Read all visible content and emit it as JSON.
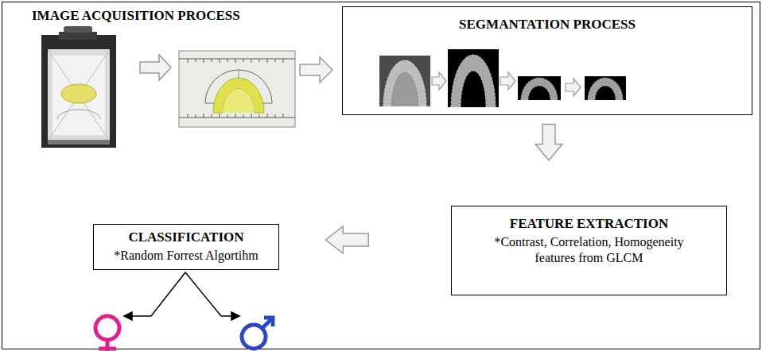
{
  "diagram": {
    "nodes": [
      {
        "text": [
          "SEGMANTATION PROCESS"
        ]
      },
      {
        "text": [
          "FEATURE EXTRACTION",
          "*Contrast, Correlation, Homogeneity features from GLCM"
        ]
      },
      {
        "text": [
          "CLASSIFICATION",
          "*Random Forrest Algortihm"
        ]
      }
    ],
    "edges": [
      {
        "from": 0,
        "to": 1,
        "arrow": "to"
      },
      {
        "from": 1,
        "to": 2,
        "arrow": "to"
      }
    ],
    "labels": [
      "IMAGE ACQUISITION PROCESS"
    ]
  }
}
